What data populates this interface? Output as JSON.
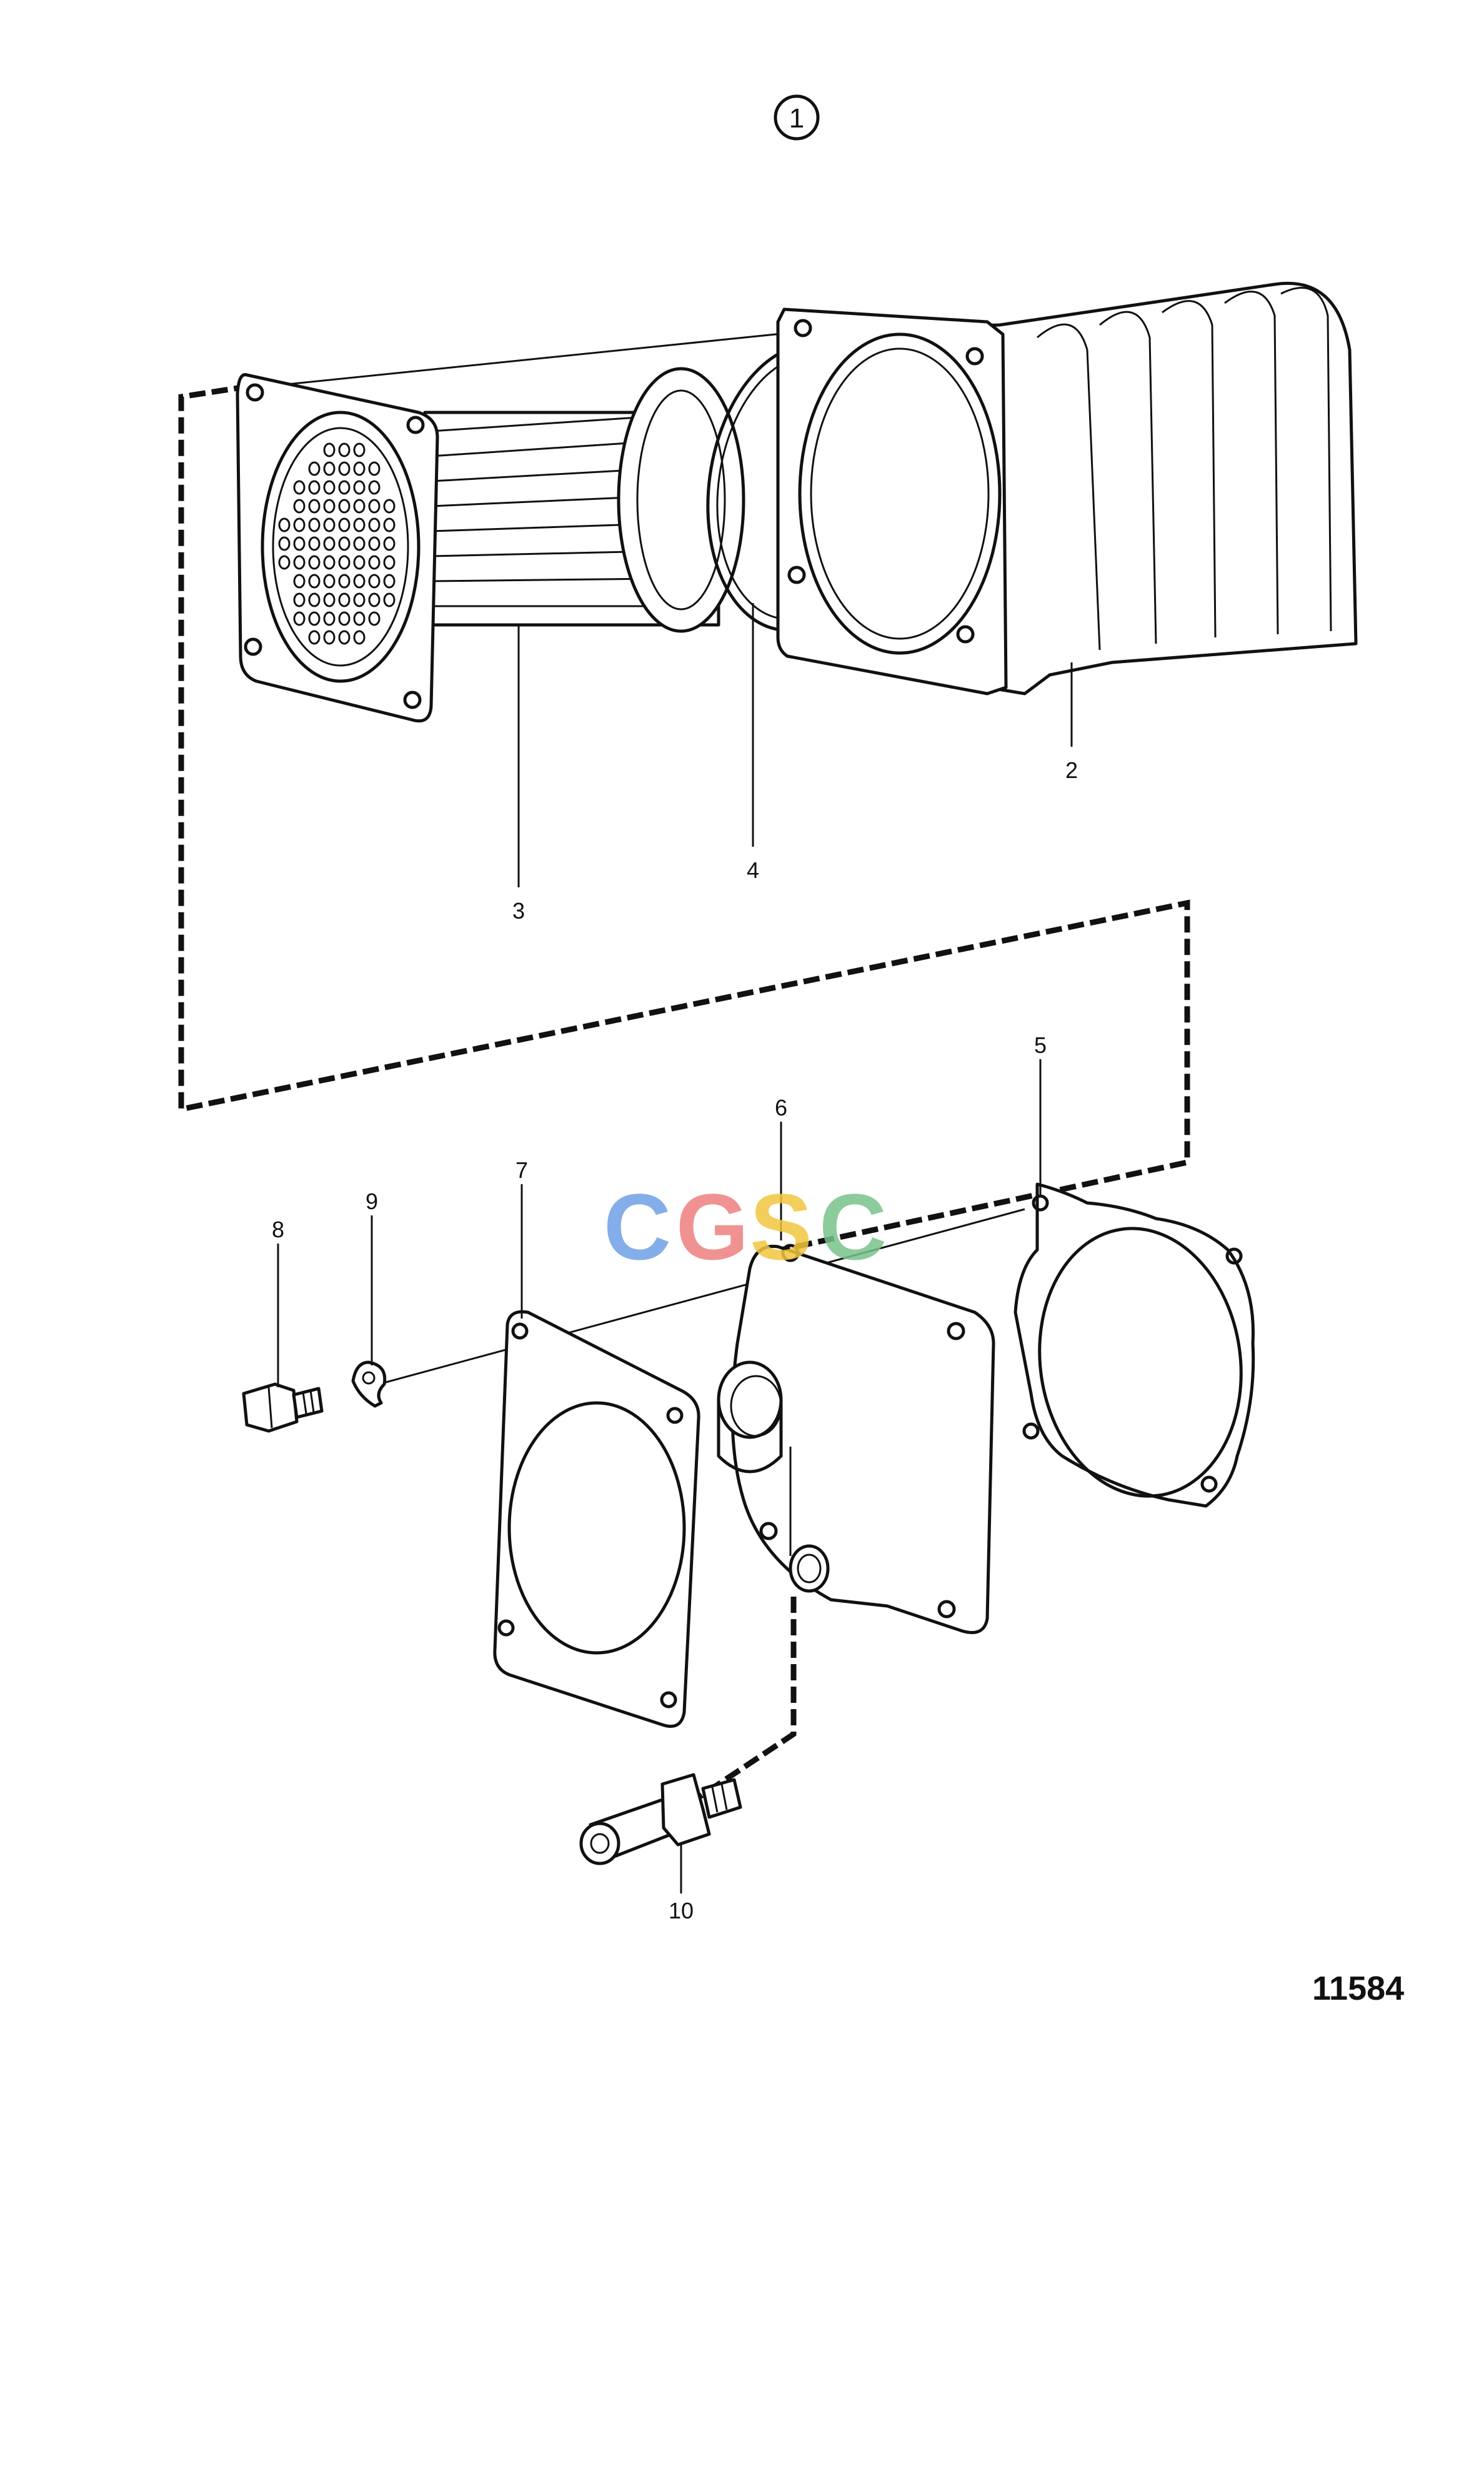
{
  "diagram": {
    "view_number": "1",
    "drawing_number": "11584",
    "callouts": [
      "2",
      "3",
      "4",
      "5",
      "6",
      "7",
      "8",
      "9",
      "10"
    ]
  },
  "watermark": {
    "letters": [
      "C",
      "G",
      "S",
      "C"
    ],
    "colors": [
      "#6fa0e6",
      "#ef8080",
      "#f3c63e",
      "#78c38a"
    ]
  }
}
